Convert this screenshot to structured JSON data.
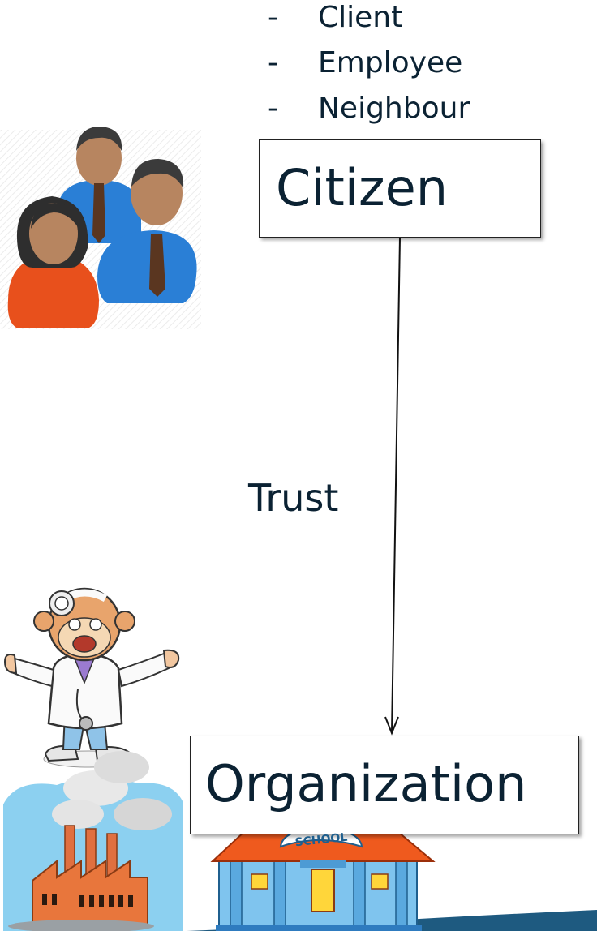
{
  "roles": [
    "Client",
    "Employee",
    "Neighbour"
  ],
  "bullet_marker": "-",
  "citizen_label": "Citizen",
  "relation_label": "Trust",
  "organization_label": "Organization",
  "school_sign": "SCHOOL",
  "colors": {
    "text": "#0b2233",
    "people_blue": "#2a7fd6",
    "people_orange": "#e8501c",
    "roof_orange": "#ef5a1e",
    "school_blue": "#7fc4ee",
    "factory_orange": "#e8763c",
    "bottom_bar": "#1e5a80"
  },
  "icons": [
    "people-group-icon",
    "doctor-cartoon-icon",
    "factory-icon",
    "school-building-icon"
  ]
}
